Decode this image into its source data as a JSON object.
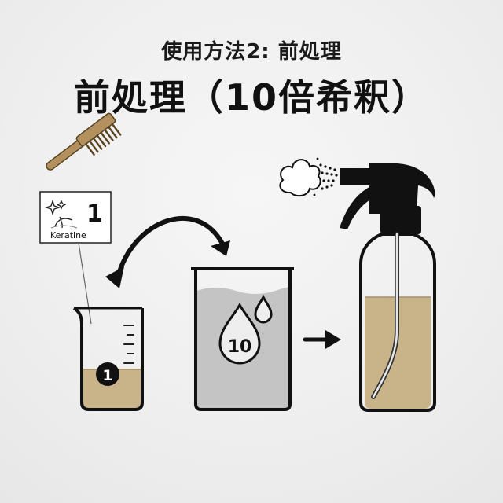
{
  "header": {
    "subtitle": "使用方法2: 前処理",
    "title": "前処理（10倍希釈）"
  },
  "label_card": {
    "number": "1",
    "text": "Keratine"
  },
  "beaker_small": {
    "badge_number": "1"
  },
  "beaker_large": {
    "drop_number": "10"
  },
  "colors": {
    "outline": "#111111",
    "liquid_gold": "#c9b48a",
    "water_gray": "#c4c4c4",
    "comb_brown": "#b2915e",
    "background": "#efefef"
  },
  "icons": {
    "comb": "comb-icon",
    "sparkle": "sparkle-icon",
    "hair": "hair-strand-icon",
    "curved_arrow": "curved-double-arrow-icon",
    "right_arrow": "right-arrow-icon",
    "water_drops": "water-drop-icon",
    "spray_mist": "spray-mist-icon",
    "spray_bottle": "spray-bottle-icon"
  }
}
